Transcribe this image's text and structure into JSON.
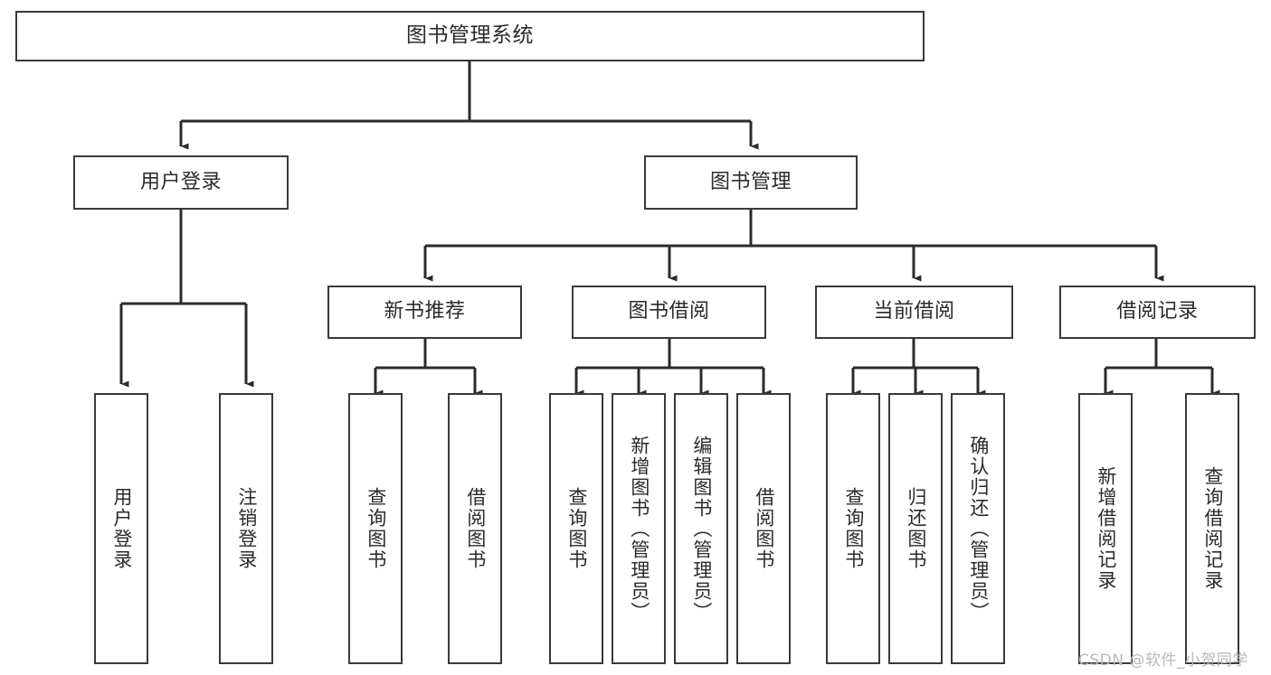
{
  "diagram": {
    "title": "图书管理系统",
    "type": "tree-hierarchy-chart",
    "orientation": "top-down",
    "colors": {
      "box_border": "#3a3a3a",
      "box_fill": "#ffffff",
      "edge": "#2b2b2b",
      "text": "#2b2b2b",
      "watermark": "#b8b8b8",
      "background": "#ffffff"
    }
  },
  "root": {
    "label": "图书管理系统"
  },
  "level2": [
    {
      "label": "用户登录"
    },
    {
      "label": "图书管理"
    }
  ],
  "level3": [
    {
      "label": "新书推荐"
    },
    {
      "label": "图书借阅"
    },
    {
      "label": "当前借阅"
    },
    {
      "label": "借阅记录"
    }
  ],
  "leaves": {
    "user_login": [
      {
        "label": "用户登录"
      },
      {
        "label": "注销登录"
      }
    ],
    "new_book_recommend": [
      {
        "label": "查询图书"
      },
      {
        "label": "借阅图书"
      }
    ],
    "book_borrow": [
      {
        "label": "查询图书"
      },
      {
        "label": "新增图书（管理员）"
      },
      {
        "label": "编辑图书（管理员）"
      },
      {
        "label": "借阅图书"
      }
    ],
    "current_borrow": [
      {
        "label": "查询图书"
      },
      {
        "label": "归还图书"
      },
      {
        "label": "确认归还（管理员）"
      }
    ],
    "borrow_record": [
      {
        "label": "新增借阅记录"
      },
      {
        "label": "查询借阅记录"
      }
    ]
  },
  "watermark": {
    "text": "CSDN @软件_小贺同学"
  }
}
